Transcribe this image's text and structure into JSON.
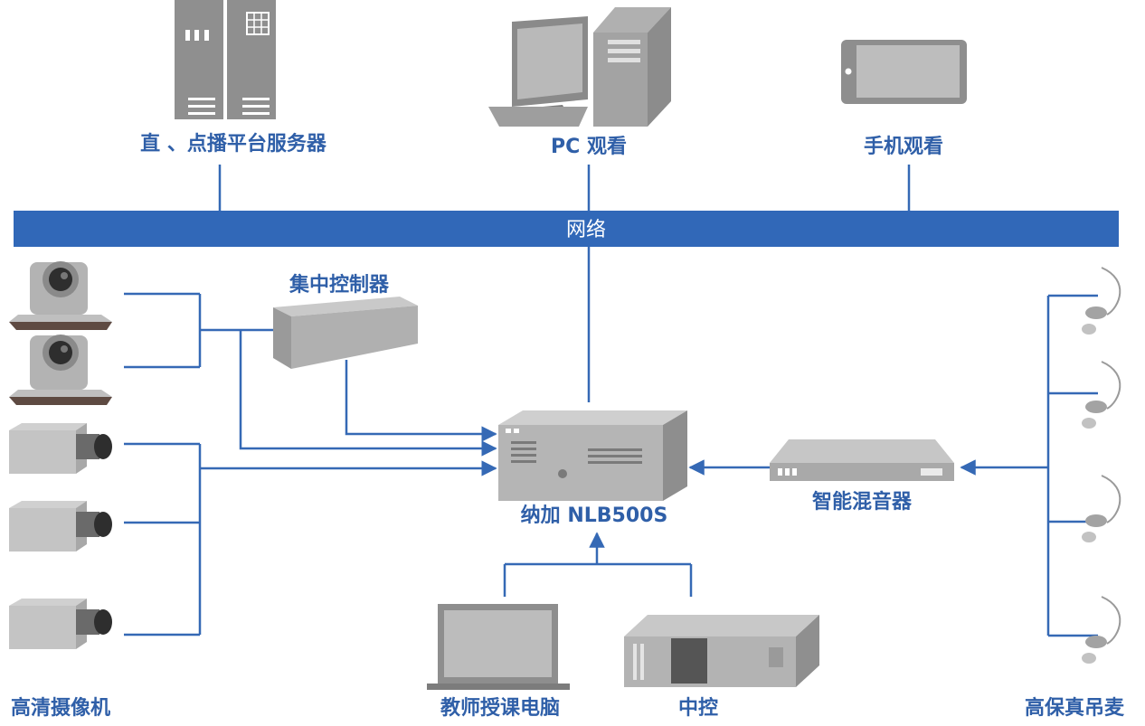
{
  "colors": {
    "accent": "#3168b8",
    "line": "#3569b5",
    "label": "#2f5fa8",
    "device_gray": "#9a9a9a"
  },
  "labels": {
    "server": "直 、点播平台服务器",
    "pc": "PC 观看",
    "phone": "手机观看",
    "network": "网络",
    "controller": "集中控制器",
    "recorder": "纳加 NLB500S",
    "mixer": "智能混音器",
    "cameras": "高清摄像机",
    "laptop": "教师授课电脑",
    "central_control": "中控",
    "microphones": "高保真吊麦"
  },
  "icons": {
    "server": "server-rack-icon",
    "pc": "desktop-computer-icon",
    "phone": "mobile-phone-icon",
    "ptz_camera": "ptz-camera-icon",
    "box_camera": "box-camera-icon",
    "controller": "controller-box-icon",
    "recorder": "recorder-unit-icon",
    "mixer": "audio-mixer-icon",
    "laptop": "laptop-icon",
    "central_control": "central-control-unit-icon",
    "microphone": "hanging-microphone-icon"
  }
}
